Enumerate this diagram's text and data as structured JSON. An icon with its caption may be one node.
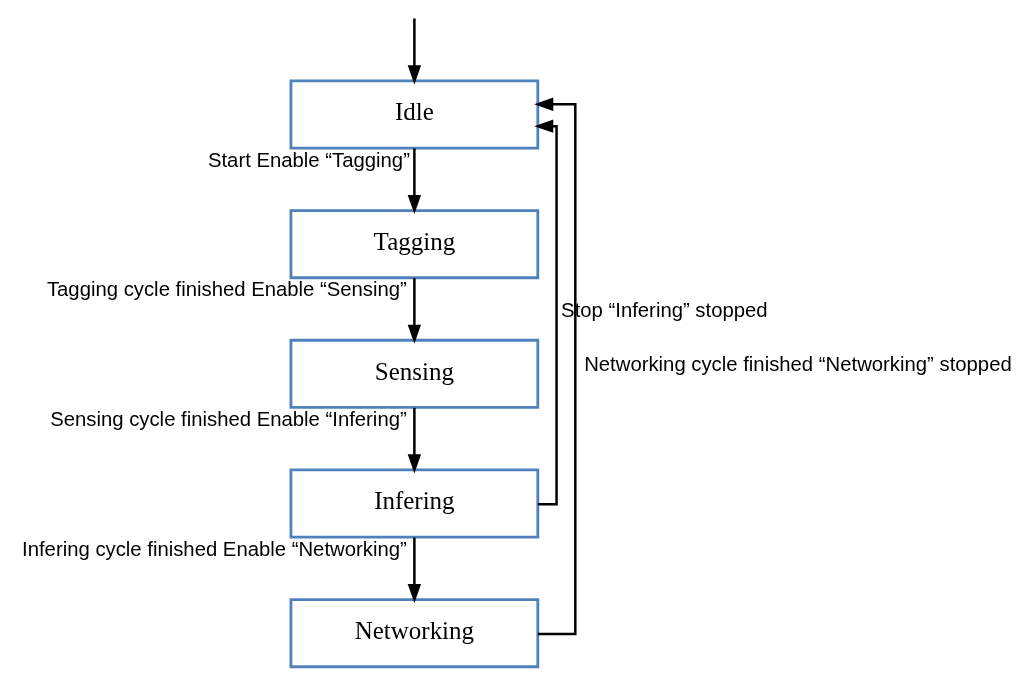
{
  "diagram": {
    "nodes": [
      {
        "text": [
          "Idle"
        ]
      },
      {
        "text": [
          "Tagging"
        ]
      },
      {
        "text": [
          "Sensing"
        ]
      },
      {
        "text": [
          "Infering"
        ]
      },
      {
        "text": [
          "Networking"
        ]
      }
    ],
    "edges": [
      {
        "from": null,
        "to": 0,
        "arrow": "to"
      },
      {
        "from": 0,
        "to": 1,
        "arrow": "to",
        "label": "Start Enable “Tagging”"
      },
      {
        "from": 1,
        "to": 2,
        "arrow": "to",
        "label": "Tagging cycle finished Enable “Sensing”"
      },
      {
        "from": 2,
        "to": 3,
        "arrow": "to",
        "label": "Sensing cycle finished Enable “Infering”"
      },
      {
        "from": 3,
        "to": 4,
        "arrow": "to",
        "label": "Infering cycle finished Enable “Networking”"
      },
      {
        "from": 3,
        "to": 0,
        "arrow": "to",
        "label": "Stop “Infering” stopped"
      },
      {
        "from": 4,
        "to": 0,
        "arrow": "to",
        "label": "Networking cycle finished “Networking” stopped"
      }
    ]
  }
}
